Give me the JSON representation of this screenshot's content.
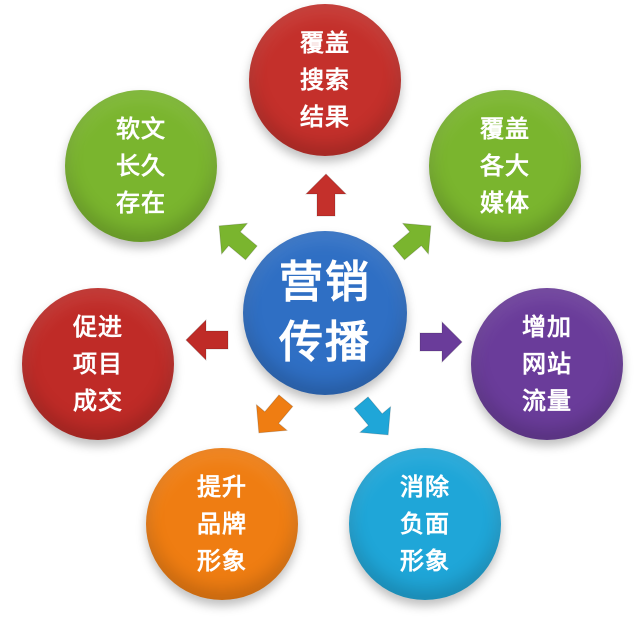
{
  "center": {
    "lines": [
      "营销",
      "传播"
    ],
    "color": "#2f6fc4"
  },
  "nodes": {
    "top": {
      "lines": [
        "覆盖",
        "搜索",
        "结果"
      ],
      "color": "#c4302b"
    },
    "top_left": {
      "lines": [
        "软文",
        "长久",
        "存在"
      ],
      "color": "#7ab52e"
    },
    "top_right": {
      "lines": [
        "覆盖",
        "各大",
        "媒体"
      ],
      "color": "#7ab52e"
    },
    "left": {
      "lines": [
        "促进",
        "项目",
        "成交"
      ],
      "color": "#bf2b27"
    },
    "right": {
      "lines": [
        "增加",
        "网站",
        "流量"
      ],
      "color": "#6a3c9a"
    },
    "bottom_left": {
      "lines": [
        "提升",
        "品牌",
        "形象"
      ],
      "color": "#ef7d12"
    },
    "bottom_right": {
      "lines": [
        "消除",
        "负面",
        "形象"
      ],
      "color": "#1fa6d8"
    }
  },
  "arrows": {
    "top": "#c4302b",
    "top_left": "#7ab52e",
    "top_right": "#7ab52e",
    "left": "#bf2b27",
    "right": "#6a3c9a",
    "bottom_left": "#ef7d12",
    "bottom_right": "#1fa6d8"
  }
}
